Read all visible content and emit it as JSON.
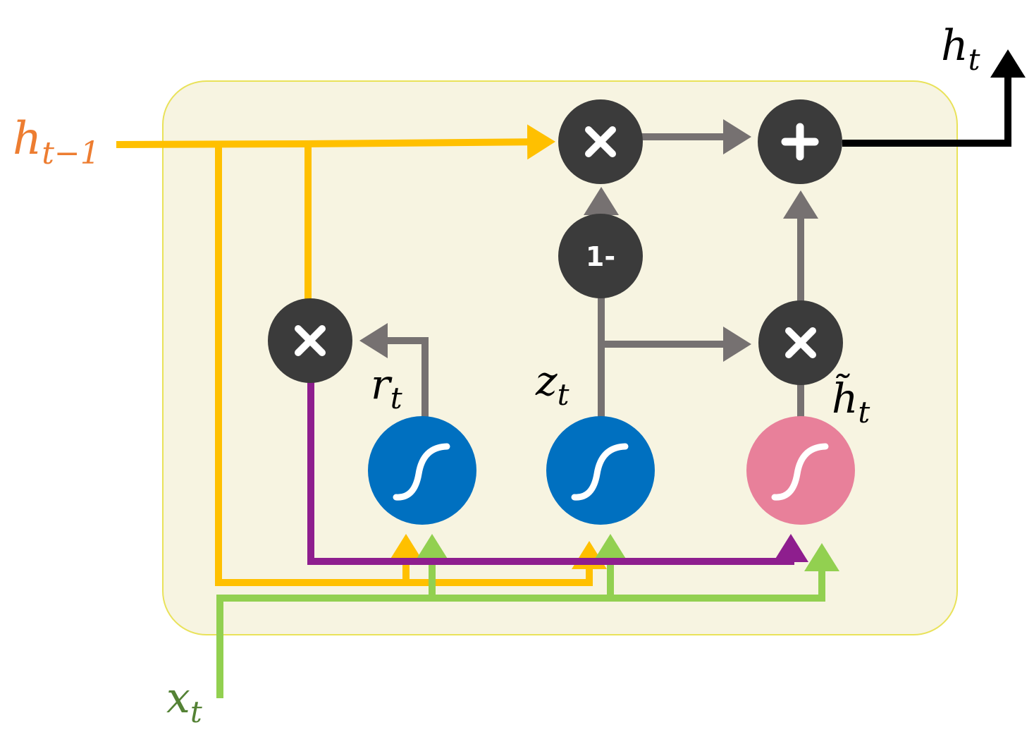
{
  "labels": {
    "h_prev_main": "h",
    "h_prev_sub": "t−1",
    "h_out_main": "h",
    "h_out_sub": "t",
    "x_in_main": "x",
    "x_in_sub": "t",
    "reset_main": "r",
    "reset_sub": "t",
    "update_main": "z",
    "update_sub": "t",
    "cand_main": "h̃",
    "cand_sub": "t"
  },
  "ops": {
    "one_minus": "1-"
  },
  "colors": {
    "cell_fill": "#f7f4e1",
    "cell_border": "#e9e25a",
    "hidden_line": "#ffc000",
    "input_line": "#92d050",
    "reset_line": "#8e1e8e",
    "internal_line": "#767171",
    "output_line": "#000000",
    "op_node": "#3b3b3b",
    "sigmoid_node": "#0070c0",
    "tanh_node": "#e8809a",
    "h_prev_label": "#ed7d31",
    "x_label": "#548235"
  },
  "icons": {
    "multiply": "multiply-icon",
    "add": "plus-icon",
    "activation": "sigmoid-curve-icon"
  }
}
